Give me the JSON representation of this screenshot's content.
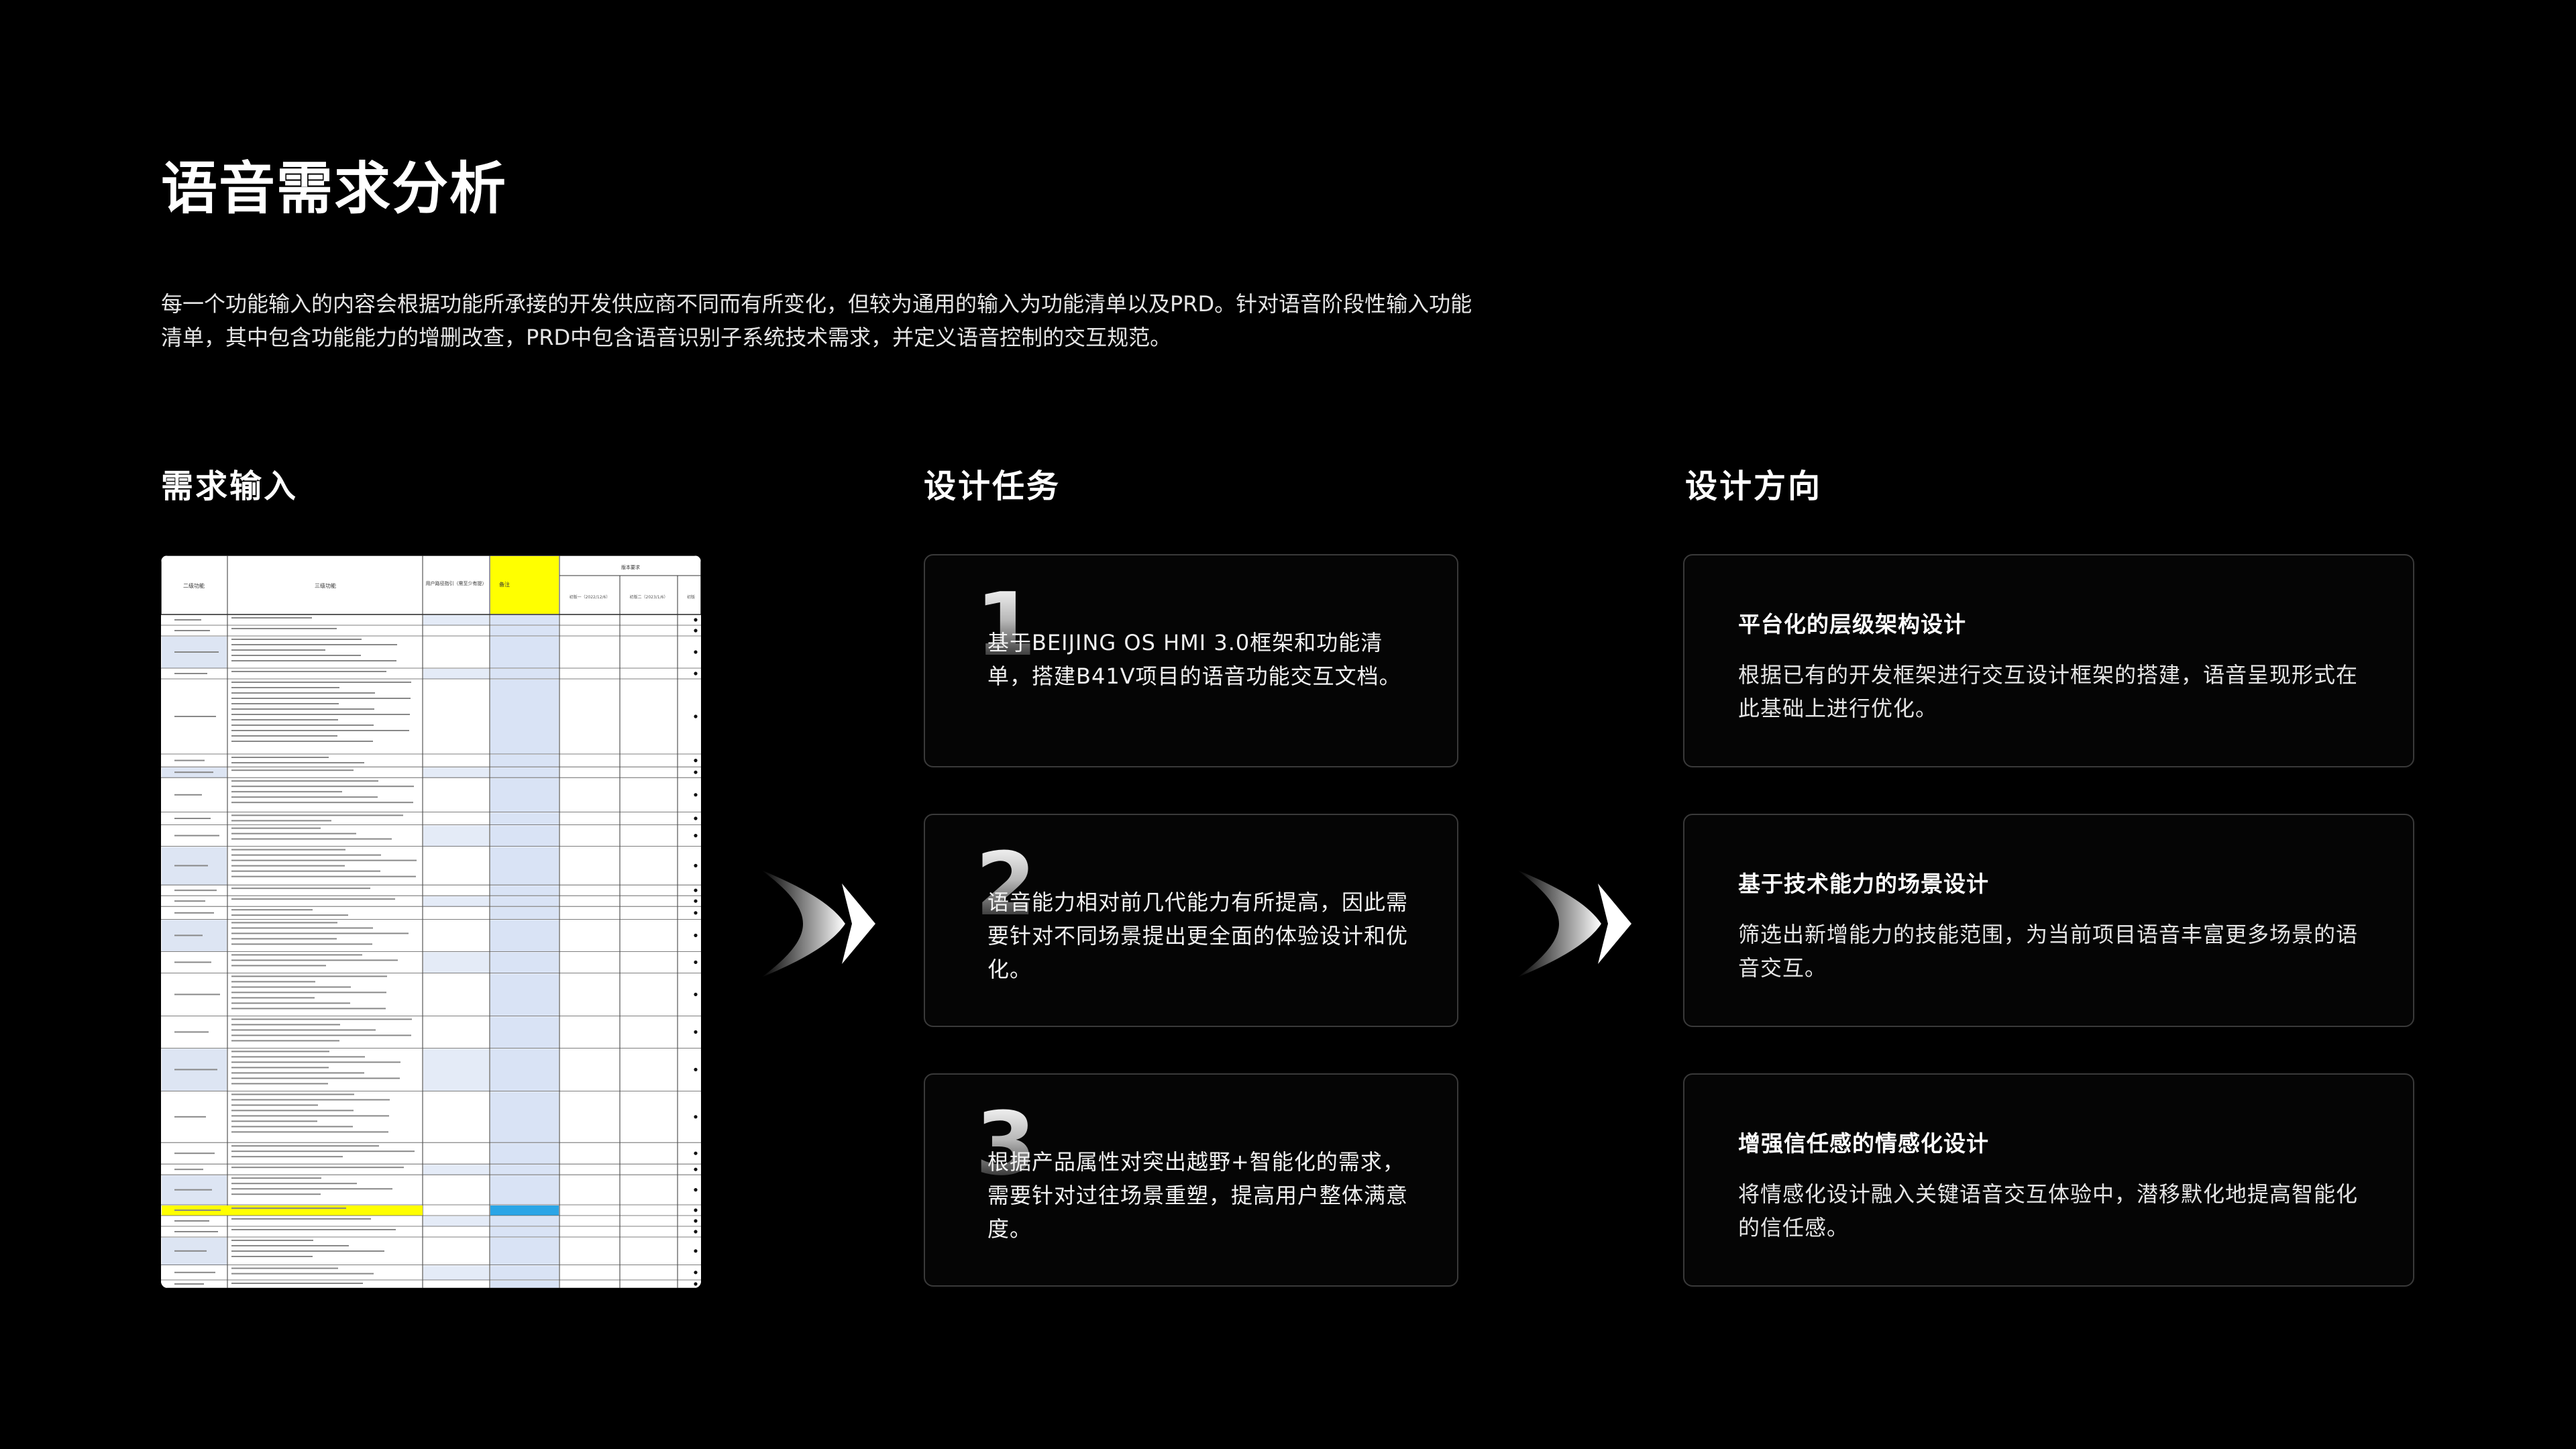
{
  "title": "语音需求分析",
  "intro": "每一个功能输入的内容会根据功能所承接的开发供应商不同而有所变化，但较为通用的输入为功能清单以及PRD。针对语音阶段性输入功能清单，其中包含功能能力的增删改查，PRD中包含语音识别子系统技术需求，并定义语音控制的交互规范。",
  "columns": {
    "input": "需求输入",
    "tasks": "设计任务",
    "directions": "设计方向"
  },
  "tasks": [
    {
      "num": "1",
      "text": "基于BEIJING OS HMI 3.0框架和功能清单，搭建B41V项目的语音功能交互文档。"
    },
    {
      "num": "2",
      "text": "语音能力相对前几代能力有所提高，因此需要针对不同场景提出更全面的体验设计和优化。"
    },
    {
      "num": "3",
      "text": "根据产品属性对突出越野+智能化的需求，需要针对过往场景重塑，提高用户整体满意度。"
    }
  ],
  "directions": [
    {
      "title": "平台化的层级架构设计",
      "text": "根据已有的开发框架进行交互设计框架的搭建，语音呈现形式在此基础上进行优化。"
    },
    {
      "title": "基于技术能力的场景设计",
      "text": "筛选出新增能力的技能范围，为当前项目语音丰富更多场景的语音交互。"
    },
    {
      "title": "增强信任感的情感化设计",
      "text": "将情感化设计融入关键语音交互体验中，潜移默化地提高智能化的信任感。"
    }
  ],
  "sheet": {
    "headers": [
      "二级功能",
      "三级功能",
      "用户路径指引（需至少有提）",
      "备注",
      "版本要求"
    ],
    "version_cols": [
      "初版一（2022/12/6）",
      "初版二（2023/1/6）",
      "初版"
    ],
    "highlight_colors": {
      "yellow": "#ffff00",
      "blue": "#d9e3f5",
      "cyan": "#2aa5e6"
    }
  }
}
